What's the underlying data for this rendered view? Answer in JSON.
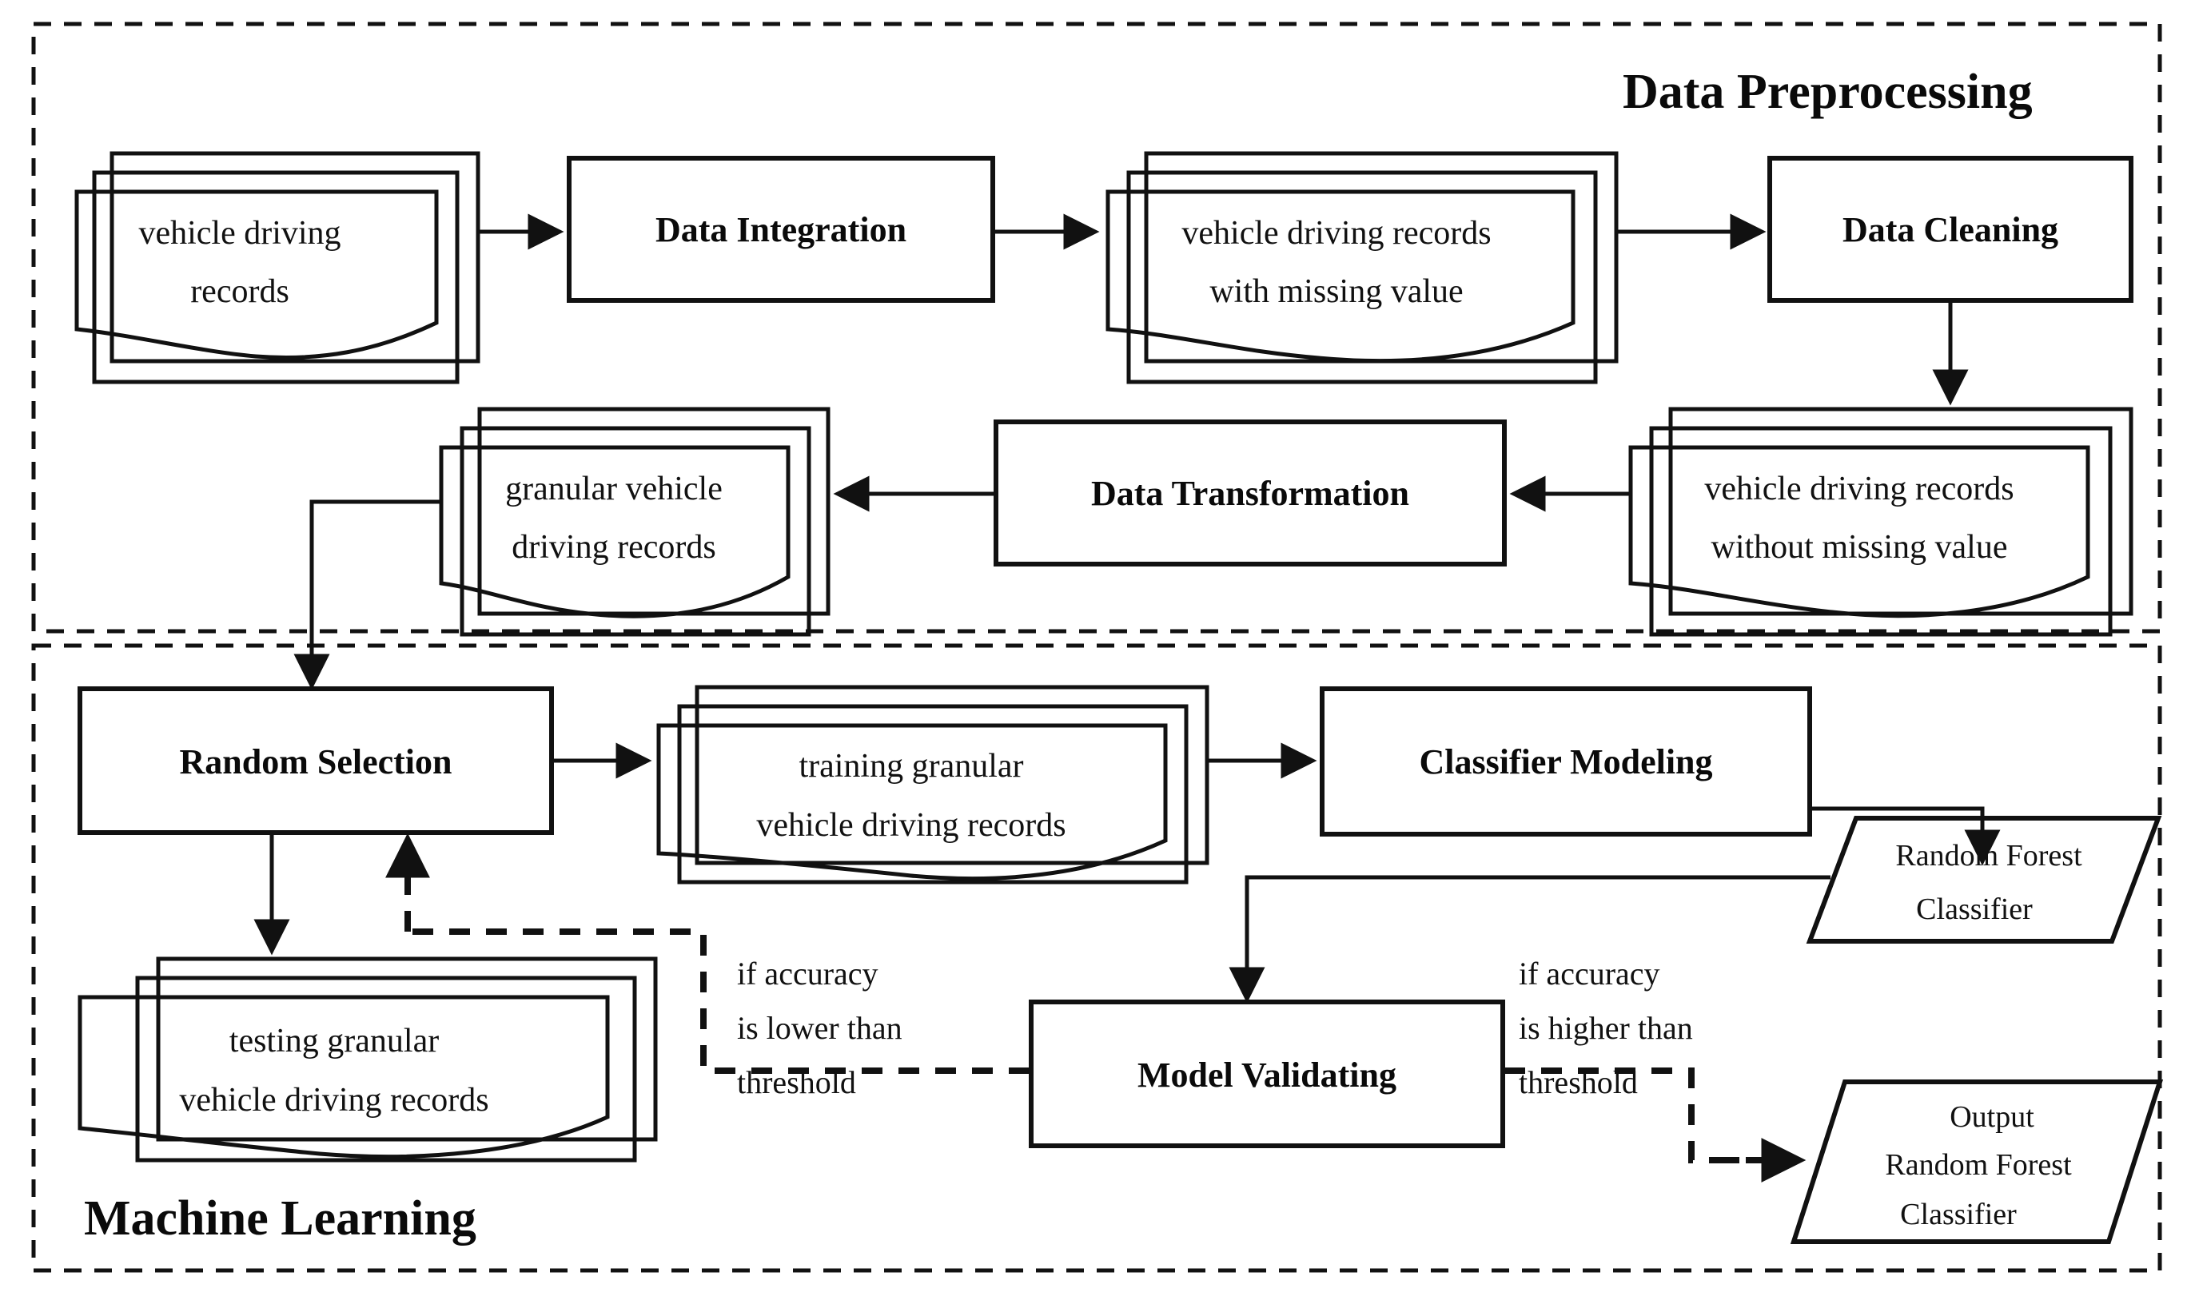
{
  "diagram": {
    "title_top": "Data Preprocessing",
    "title_bottom": "Machine Learning",
    "sections": [
      {
        "id": "data-preprocessing",
        "label": "Data Preprocessing"
      },
      {
        "id": "machine-learning",
        "label": "Machine Learning"
      }
    ],
    "nodes": {
      "vehicle_driving_records": {
        "type": "document-stack",
        "line1": "vehicle  driving",
        "line2": "records"
      },
      "data_integration": {
        "type": "process",
        "label": "Data Integration"
      },
      "records_with_missing": {
        "type": "document-stack",
        "line1": "vehicle  driving  records",
        "line2": "with  missing  value"
      },
      "data_cleaning": {
        "type": "process",
        "label": "Data Cleaning"
      },
      "records_without_missing": {
        "type": "document-stack",
        "line1": "vehicle  driving  records",
        "line2": "without  missing  value"
      },
      "data_transformation": {
        "type": "process",
        "label": "Data Transformation"
      },
      "granular_records": {
        "type": "document-stack",
        "line1": "granular  vehicle",
        "line2": "driving  records"
      },
      "random_selection": {
        "type": "process",
        "label": "Random Selection"
      },
      "training_records": {
        "type": "document-stack",
        "line1": "training  granular",
        "line2": "vehicle driving records"
      },
      "classifier_modeling": {
        "type": "process",
        "label": "Classifier Modeling"
      },
      "random_forest_classifier": {
        "type": "parallelogram",
        "line1": "Random Forest",
        "line2": "Classifier"
      },
      "testing_records": {
        "type": "document-stack",
        "line1": "testing  granular",
        "line2": "vehicle  driving  records"
      },
      "model_validating": {
        "type": "process",
        "label": "Model Validating"
      },
      "output_random_forest_classifier": {
        "type": "parallelogram",
        "line1": "Output",
        "line2": "Random Forest",
        "line3": "Classifier"
      }
    },
    "conditions": {
      "lower": {
        "line1": "if accuracy",
        "line2": "is lower than",
        "line3": "threshold"
      },
      "higher": {
        "line1": "if accuracy",
        "line2": "is higher than",
        "line3": "threshold"
      }
    },
    "colors": {
      "stroke": "#111111",
      "fill": "#ffffff",
      "text": "#0a0a0a",
      "background": "#ffffff"
    }
  }
}
